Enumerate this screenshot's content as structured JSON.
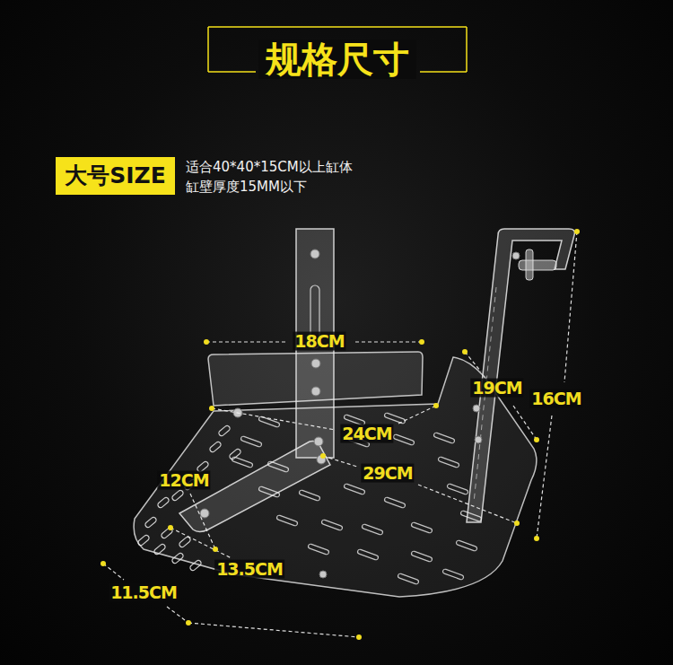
{
  "diagram": {
    "title": "规格尺寸",
    "nodes": [
      {
        "text": [
          "大号SIZE"
        ]
      }
    ],
    "labels": [
      "适合40*40*15CM以上缸体",
      "缸壁厚度15MM以下",
      "18CM",
      "24CM",
      "29CM",
      "19CM",
      "16CM",
      "12CM",
      "13.5CM",
      "11.5CM"
    ]
  }
}
